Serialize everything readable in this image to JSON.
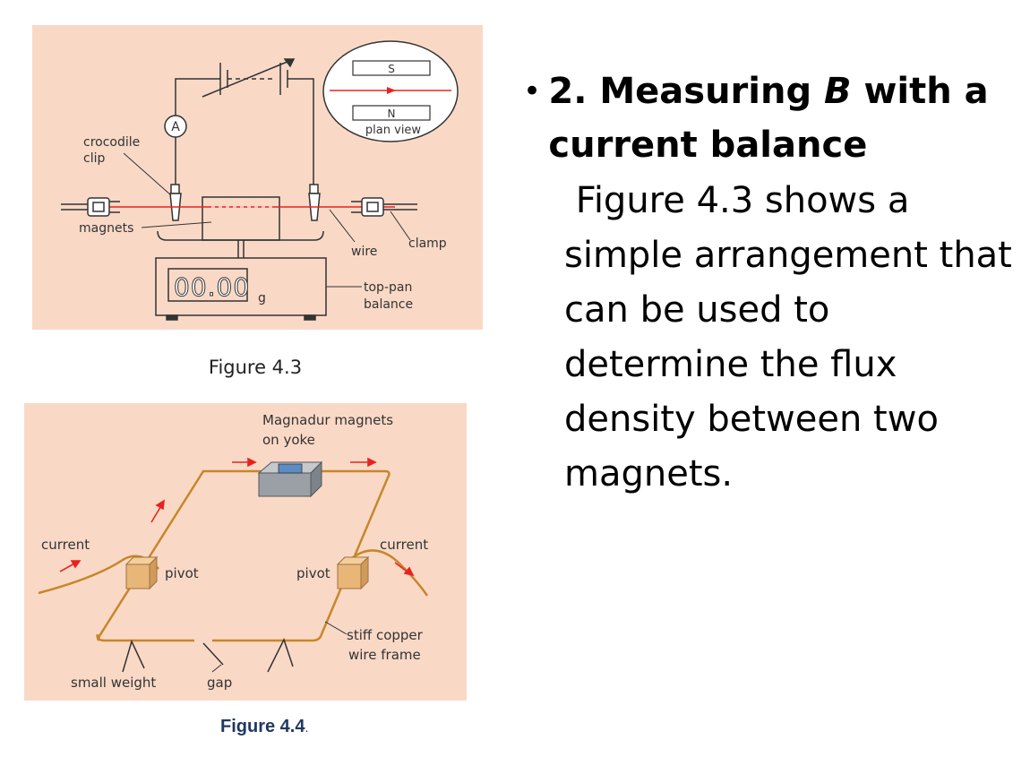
{
  "heading": {
    "bullet": "•",
    "prefix": "2. Measuring ",
    "variable": "B",
    "suffix": " with a current balance"
  },
  "body_text": " Figure 4.3 shows a simple arrangement that can be used to determine the flux density between two magnets.",
  "figure_4_3": {
    "caption": "Figure 4.3",
    "labels": {
      "ammeter": "A",
      "crocodile_clip_line1": "crocodile",
      "crocodile_clip_line2": "clip",
      "magnets": "magnets",
      "wire": "wire",
      "clamp": "clamp",
      "display": "00.00",
      "unit": "g",
      "balance_line1": "top-pan",
      "balance_line2": "balance",
      "south": "S",
      "north": "N",
      "plan_view": "plan view"
    }
  },
  "figure_4_4": {
    "caption": "Figure  4.4",
    "caption_dot": ".",
    "labels": {
      "magnets_line1": "Magnadur magnets",
      "magnets_line2": "on yoke",
      "current_left": "current",
      "current_right": "current",
      "pivot_left": "pivot",
      "pivot_right": "pivot",
      "frame_line1": "stiff copper",
      "frame_line2": "wire frame",
      "small_weight": "small weight",
      "gap": "gap"
    }
  },
  "colors": {
    "panel_background": "#f9d9c6",
    "current_wire": "#e8231f",
    "frame_wire": "#c8862a",
    "caption_blue": "#1f3864"
  }
}
